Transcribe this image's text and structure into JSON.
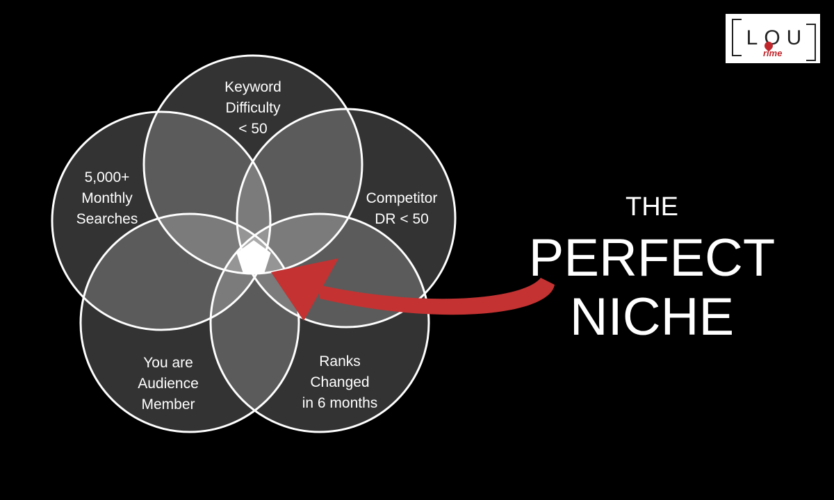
{
  "venn": {
    "circles": [
      {
        "name": "keyword-difficulty",
        "lines": [
          "Keyword",
          "Difficulty",
          "< 50"
        ]
      },
      {
        "name": "competitor-dr",
        "lines": [
          "Competitor",
          "DR < 50"
        ]
      },
      {
        "name": "ranks-changed",
        "lines": [
          "Ranks",
          "Changed",
          "in 6 months"
        ]
      },
      {
        "name": "audience-member",
        "lines": [
          "You are",
          "Audience",
          "Member"
        ]
      },
      {
        "name": "monthly-searches",
        "lines": [
          "5,000+",
          "Monthly",
          "Searches"
        ]
      }
    ],
    "fill_color": "#ffffff",
    "outline_color": "#ffffff",
    "center_color": "#ffffff"
  },
  "arrow": {
    "color": "#c43232"
  },
  "headline": {
    "line1": "THE",
    "line2": "PERFECT",
    "line3": "NICHE"
  },
  "logo": {
    "main": "LOU",
    "sub": "rime",
    "accent_color": "#c0272d"
  },
  "background_color": "#000000"
}
